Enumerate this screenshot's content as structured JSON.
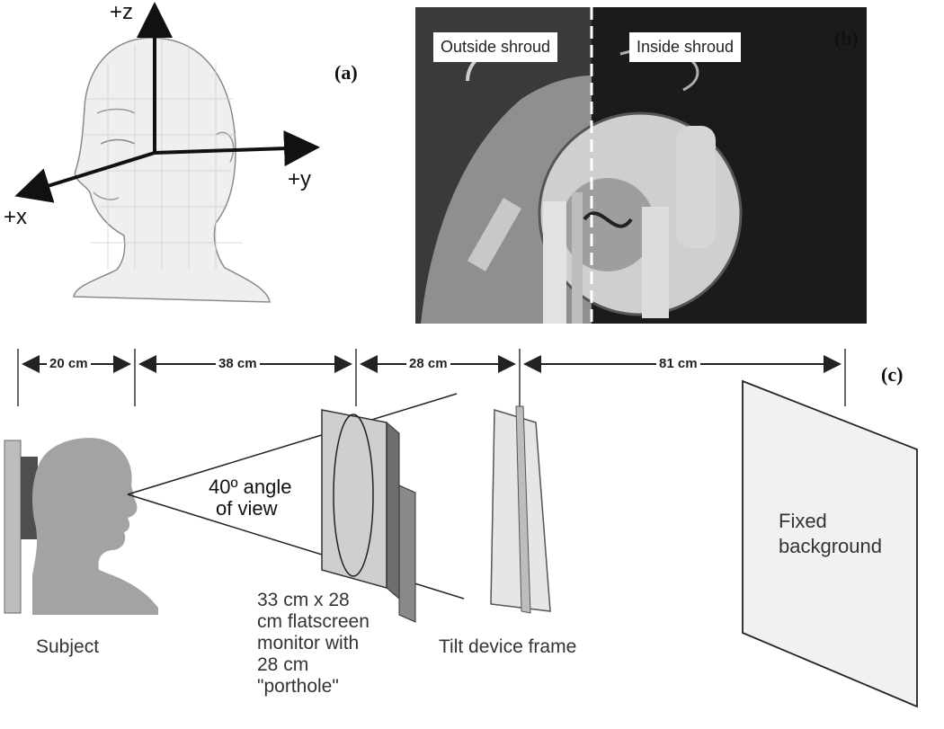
{
  "panel_a": {
    "tag": "(a)",
    "axes": {
      "z": "+z",
      "y": "+y",
      "x": "+x"
    }
  },
  "panel_b": {
    "tag": "(b)",
    "left_label": "Outside shroud",
    "right_label": "Inside shroud"
  },
  "panel_c": {
    "tag": "(c)",
    "distances": [
      "20 cm",
      "38 cm",
      "28 cm",
      "81 cm"
    ],
    "angle_label": [
      "40º angle",
      "of view"
    ],
    "subject_label": "Subject",
    "monitor_label": [
      "33 cm x 28",
      "cm flatscreen",
      "monitor with",
      "28 cm",
      "\"porthole\""
    ],
    "tilt_label": "Tilt device frame",
    "background_label": [
      "Fixed",
      "background"
    ]
  },
  "colors": {
    "silhouette": "#a3a3a3",
    "line": "#222222",
    "photo_dark": "#1b1b1b",
    "monitor_face": "#cfcfcf",
    "monitor_side": "#6e6e6e",
    "panel_fill": "#e6e6e6"
  }
}
